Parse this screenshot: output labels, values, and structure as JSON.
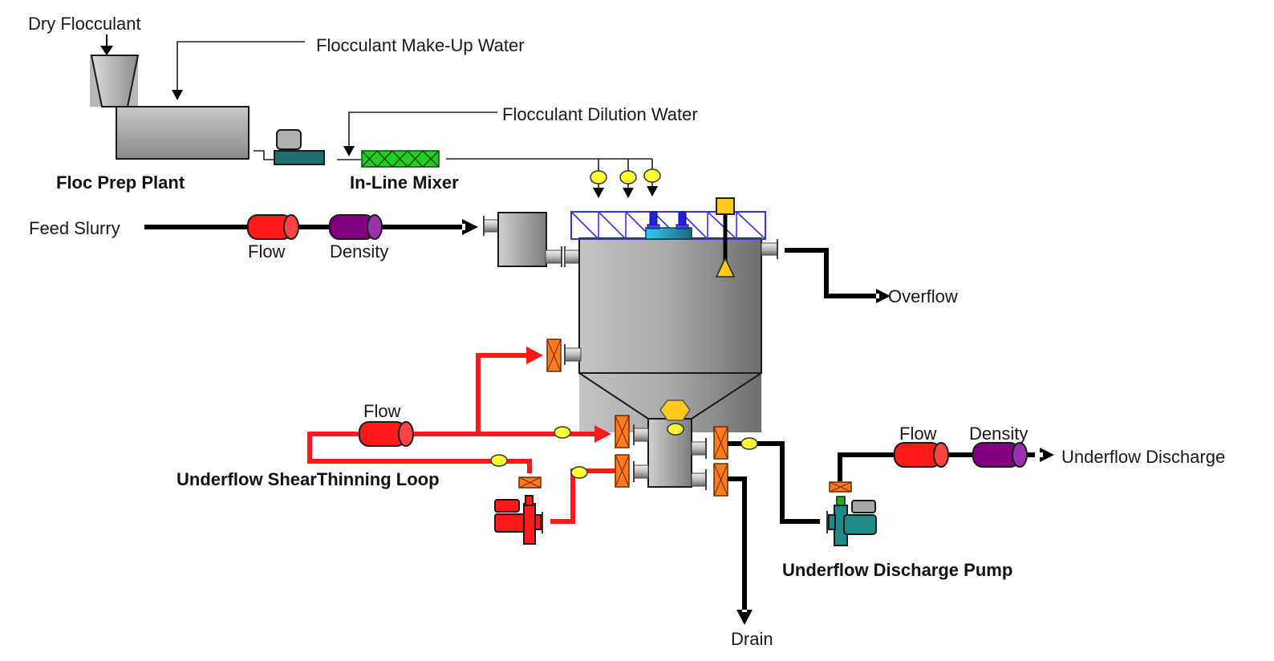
{
  "title": "Thickener Process Flow Diagram",
  "labels": {
    "dry_flocculant": "Dry Flocculant",
    "makeup_water": "Flocculant Make-Up Water",
    "dilution_water": "Flocculant Dilution Water",
    "floc_prep_plant": "Floc Prep Plant",
    "inline_mixer": "In-Line Mixer",
    "feed_slurry": "Feed Slurry",
    "feed_flow": "Flow",
    "feed_density": "Density",
    "overflow": "Overflow",
    "loop_flow": "Flow",
    "shear_loop": "Underflow ShearThinning Loop",
    "uf_flow": "Flow",
    "uf_density": "Density",
    "uf_discharge": "Underflow Discharge",
    "uf_pump": "Underflow Discharge Pump",
    "drain": "Drain"
  },
  "colors": {
    "flow_meter": "#ff1a1a",
    "density_meter": "#800080",
    "valve": "#ff7a1a",
    "sample_point": "#ffff33",
    "rake_frame": "#3333ff",
    "mixer": "#22cc22",
    "pump_loop": "#ff1a1a",
    "pump_discharge": "#1f8080",
    "level_indicator": "#ffc81a",
    "loop_pipe": "#ff1a1a",
    "pipe": "#000000"
  }
}
